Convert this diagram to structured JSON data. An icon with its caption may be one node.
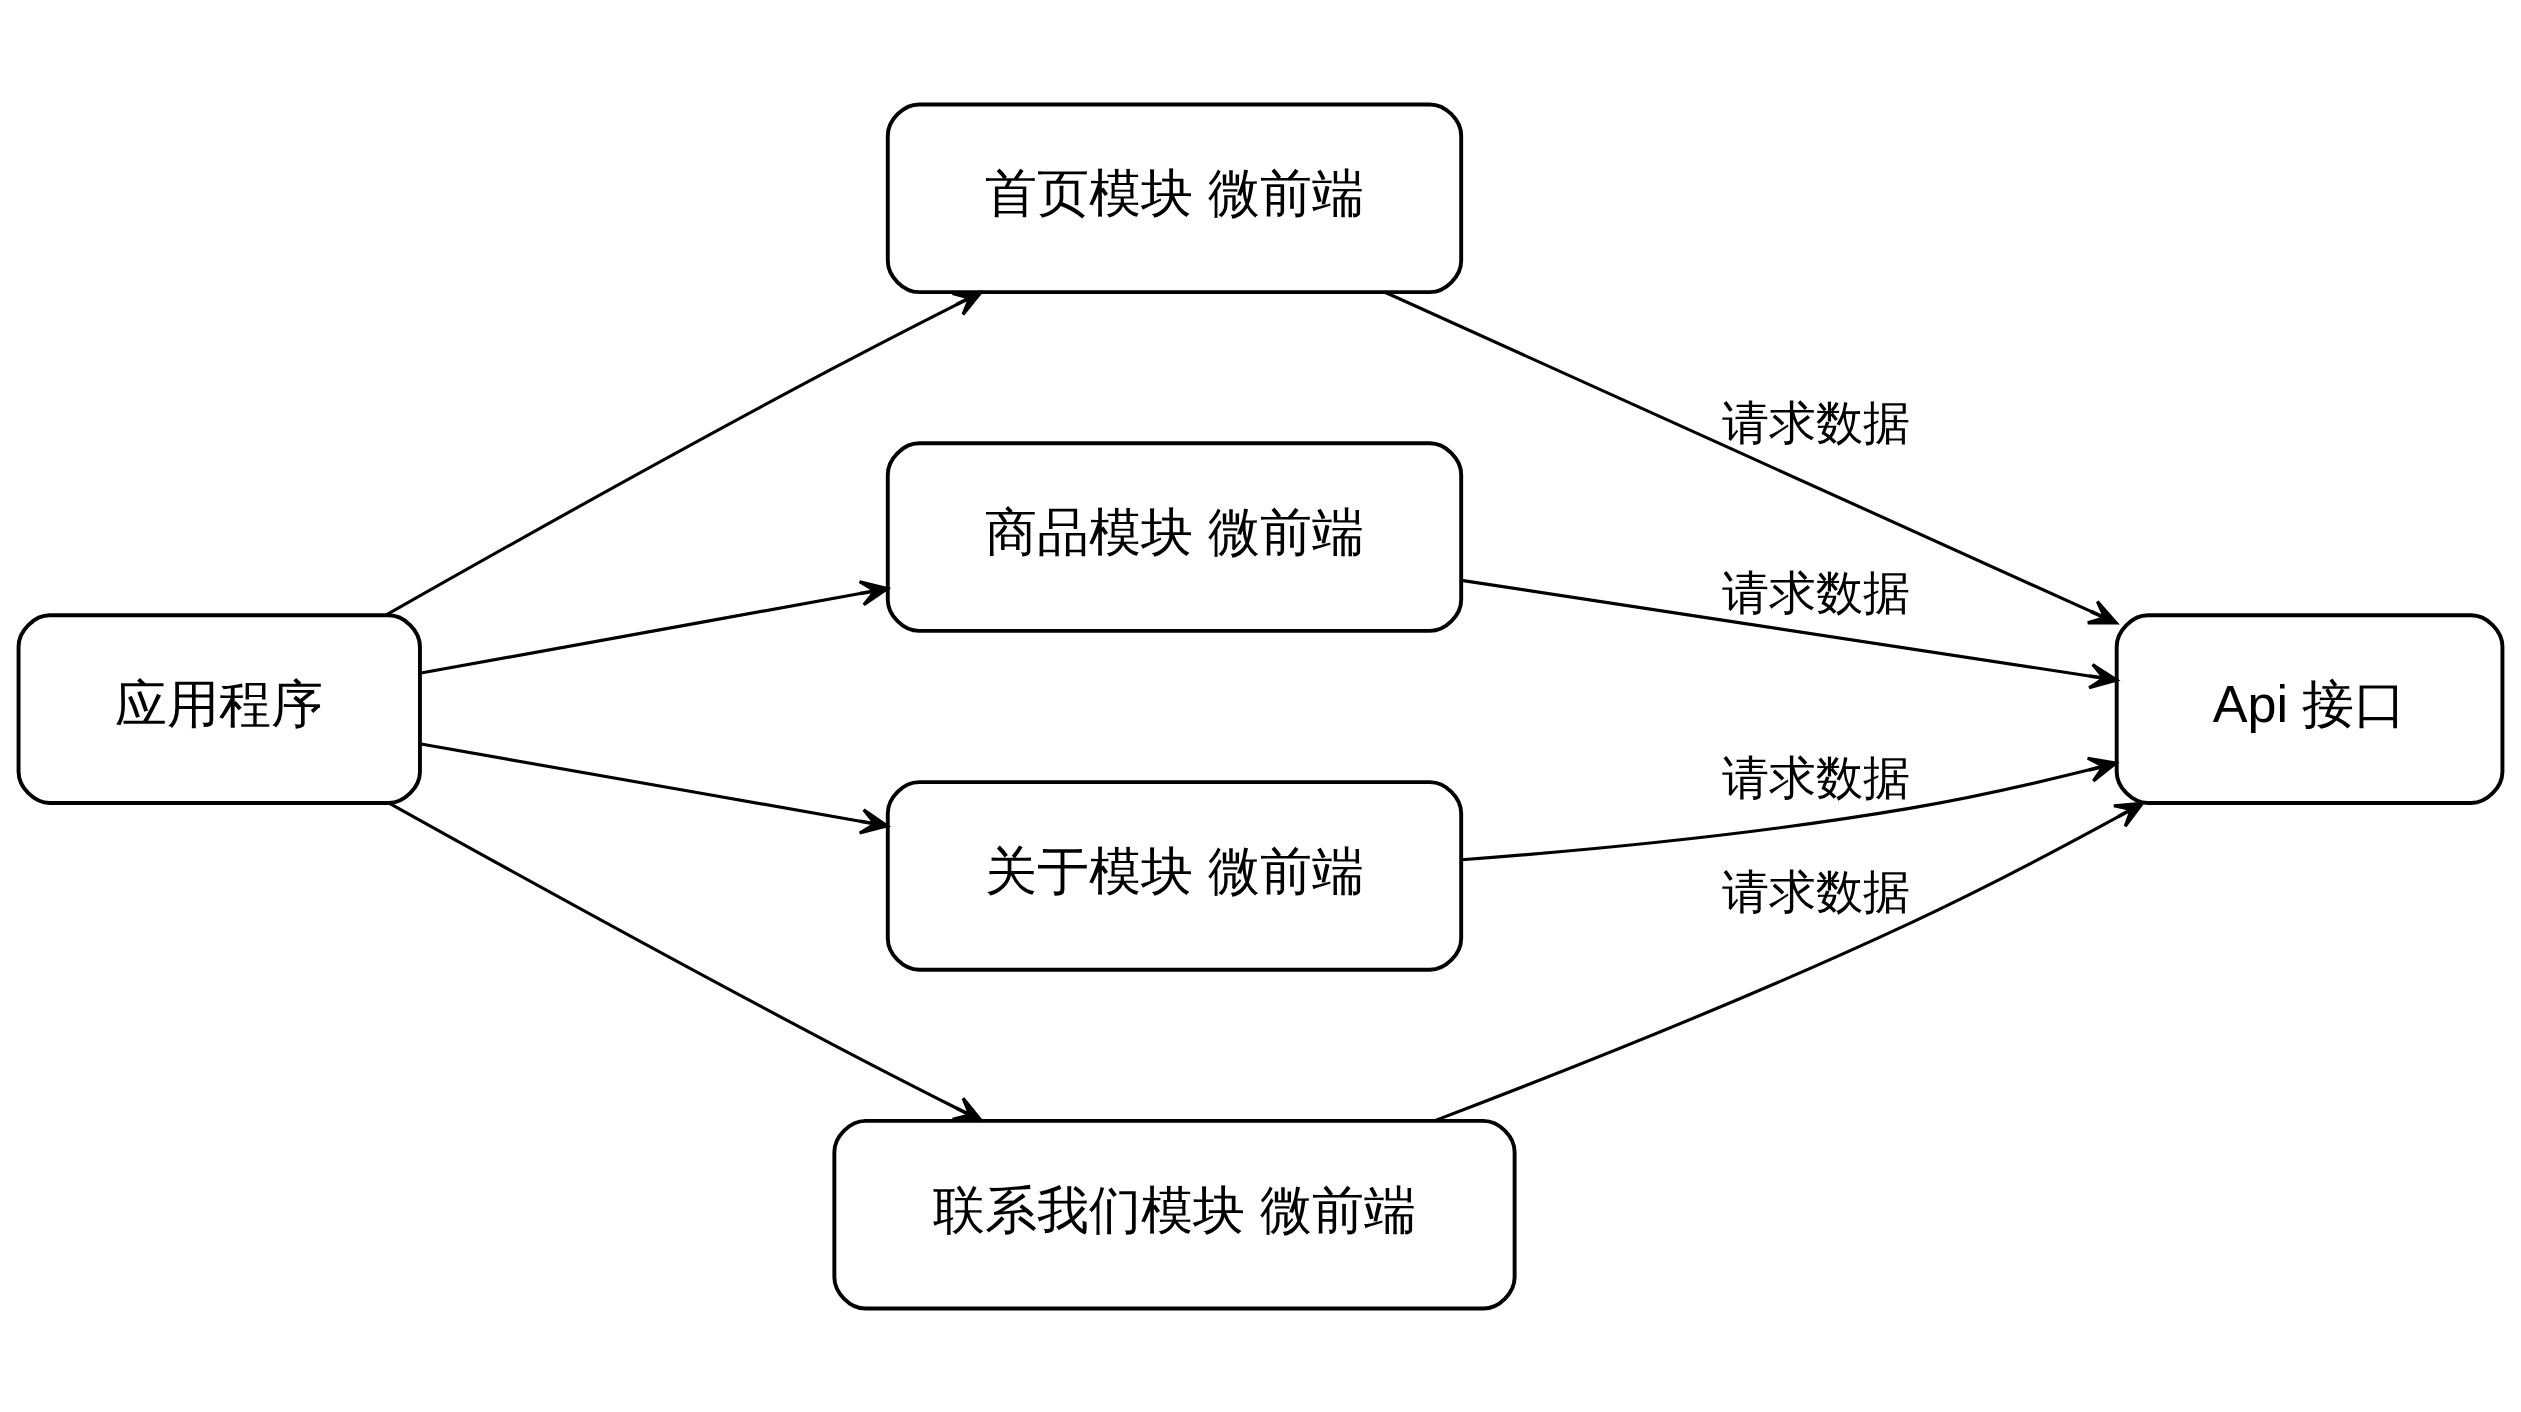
{
  "diagram": {
    "nodes": [
      {
        "text": [
          "应用程序"
        ]
      },
      {
        "text": [
          "首页模块 微前端"
        ]
      },
      {
        "text": [
          "商品模块 微前端"
        ]
      },
      {
        "text": [
          "关于模块 微前端"
        ]
      },
      {
        "text": [
          "联系我们模块 微前端"
        ]
      },
      {
        "text": [
          "Api 接口"
        ]
      }
    ],
    "edges": [
      {
        "from": 0,
        "to": 1,
        "arrow": "to"
      },
      {
        "from": 0,
        "to": 2,
        "arrow": "to"
      },
      {
        "from": 0,
        "to": 3,
        "arrow": "to"
      },
      {
        "from": 0,
        "to": 4,
        "arrow": "to"
      },
      {
        "from": 1,
        "to": 5,
        "arrow": "to",
        "label": "请求数据"
      },
      {
        "from": 2,
        "to": 5,
        "arrow": "to",
        "label": "请求数据"
      },
      {
        "from": 3,
        "to": 5,
        "arrow": "to",
        "label": "请求数据"
      },
      {
        "from": 4,
        "to": 5,
        "arrow": "to",
        "label": "请求数据"
      }
    ]
  }
}
